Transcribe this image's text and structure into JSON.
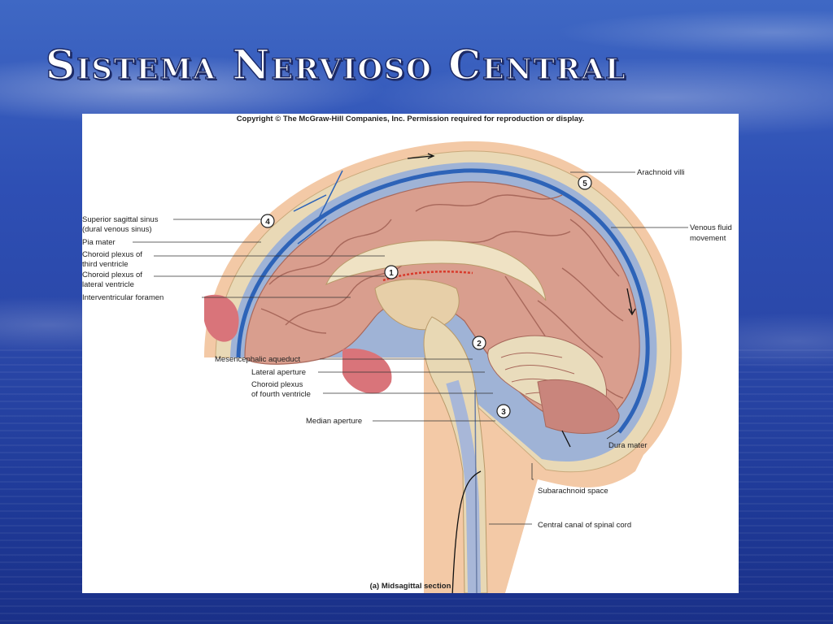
{
  "slide": {
    "title": "Sistema Nervioso Central"
  },
  "figure": {
    "copyright": "Copyright © The McGraw-Hill Companies, Inc. Permission required for reproduction or display.",
    "caption": "(a) Midsagittal section",
    "labels": {
      "arachnoid_villi": "Arachnoid villi",
      "venous_fluid_1": "Venous fluid",
      "venous_fluid_2": "movement",
      "superior_sinus_1": "Superior sagittal sinus",
      "superior_sinus_2": "(dural venous sinus)",
      "pia_mater": "Pia mater",
      "choroid_third_1": "Choroid plexus of",
      "choroid_third_2": "third ventricle",
      "choroid_lateral_1": "Choroid plexus of",
      "choroid_lateral_2": "lateral ventricle",
      "interventricular_foramen": "Interventricular foramen",
      "mesencephalic_aqueduct": "Mesencephalic aqueduct",
      "lateral_aperture": "Lateral aperture",
      "choroid_fourth_1": "Choroid plexus",
      "choroid_fourth_2": "of fourth ventricle",
      "median_aperture": "Median aperture",
      "dura_mater": "Dura mater",
      "subarachnoid_space": "Subarachnoid space",
      "central_canal": "Central canal of spinal cord"
    },
    "steps": [
      "1",
      "2",
      "3",
      "4",
      "5"
    ]
  }
}
